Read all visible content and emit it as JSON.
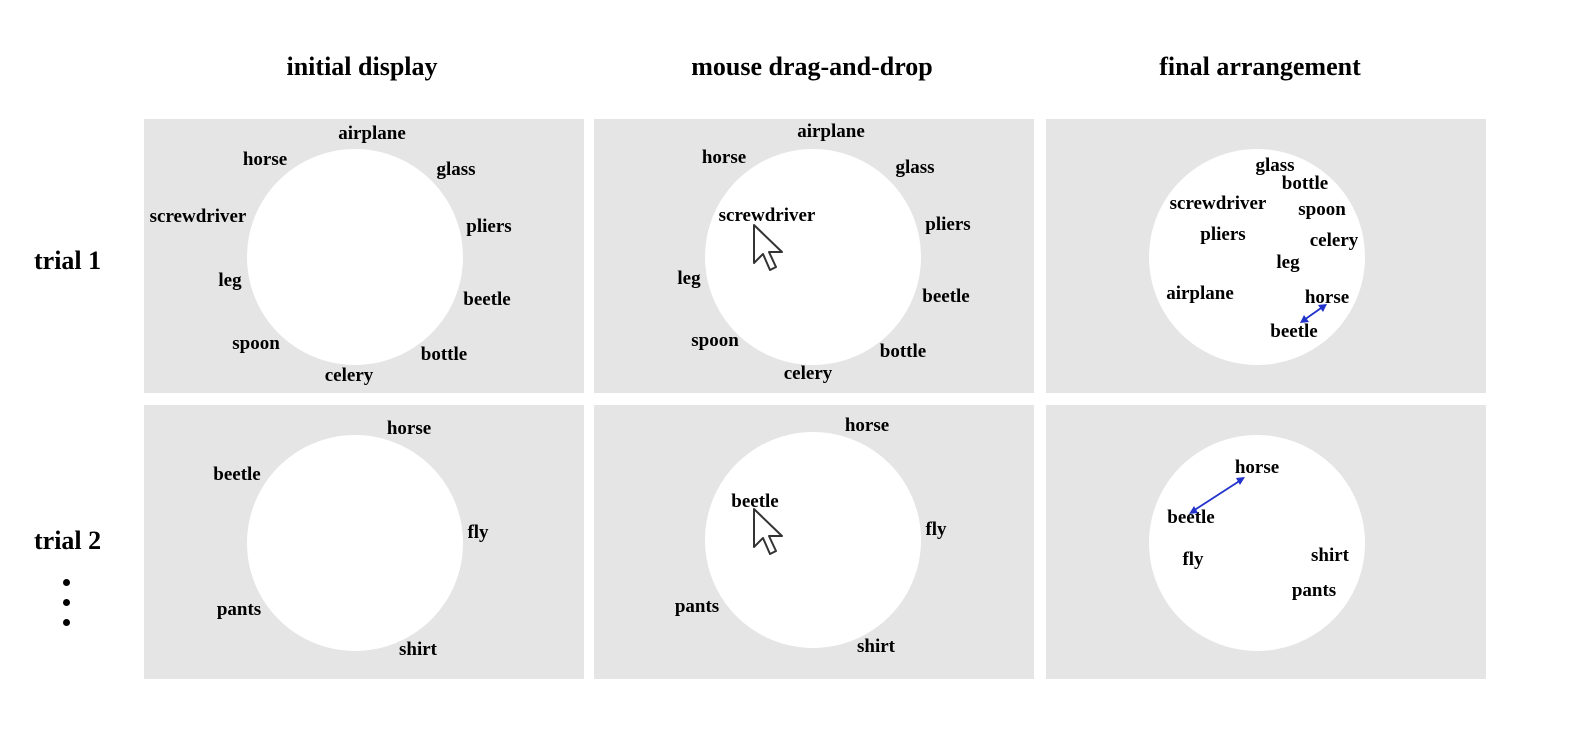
{
  "headers": {
    "initial": "initial display",
    "drag": "mouse drag-and-drop",
    "final": "final arrangement"
  },
  "rows": {
    "trial1": "trial 1",
    "trial2": "trial 2"
  },
  "icons": {
    "cursor": "mouse-pointer-arrow-icon",
    "arrow": "double-headed-arrow-icon"
  },
  "colors": {
    "panel_bg": "#e5e5e5",
    "arena": "#ffffff",
    "arrow": "#2233cc"
  },
  "trial1": {
    "airplane": "airplane",
    "horse": "horse",
    "glass": "glass",
    "screwdriver": "screwdriver",
    "pliers": "pliers",
    "leg": "leg",
    "beetle": "beetle",
    "spoon": "spoon",
    "bottle": "bottle",
    "celery": "celery"
  },
  "trial2": {
    "horse": "horse",
    "beetle": "beetle",
    "fly": "fly",
    "pants": "pants",
    "shirt": "shirt"
  }
}
